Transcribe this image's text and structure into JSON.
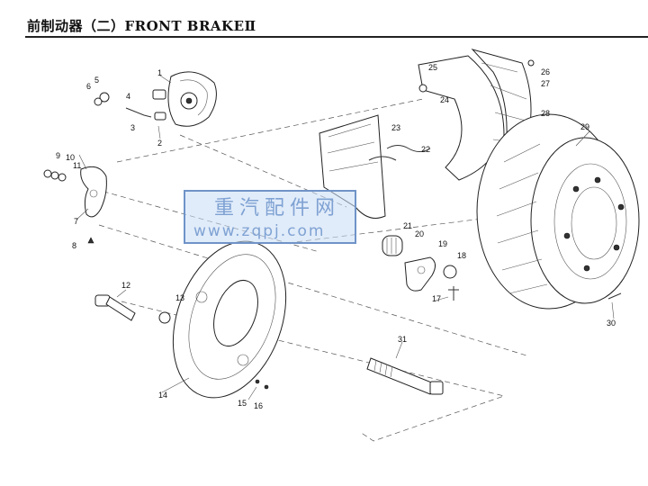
{
  "header": {
    "title": "前制动器（二）FRONT BRAKEⅡ"
  },
  "callouts": [
    "1",
    "2",
    "3",
    "4",
    "5",
    "6",
    "7",
    "8",
    "9",
    "10",
    "11",
    "12",
    "13",
    "14",
    "15",
    "16",
    "17",
    "18",
    "19",
    "20",
    "21",
    "22",
    "23",
    "24",
    "25",
    "26",
    "27",
    "28",
    "29",
    "30",
    "31"
  ],
  "watermark": {
    "name": "重汽配件网",
    "url": "www.zqpj.com"
  }
}
